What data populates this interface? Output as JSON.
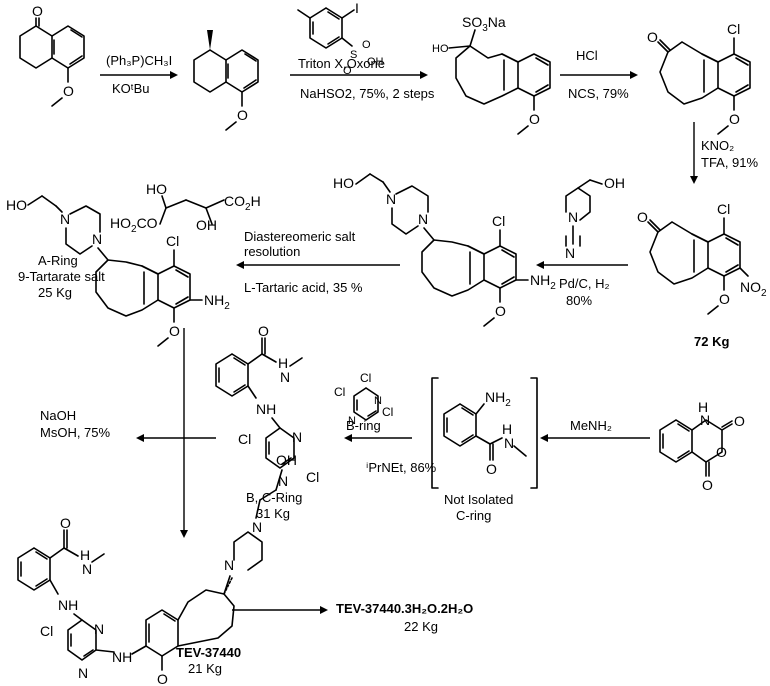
{
  "atoms": {
    "O": "O",
    "H": "H",
    "Cl": "Cl",
    "N": "N",
    "NH": "NH",
    "NH2": "NH",
    "NO2": "NO",
    "HO": "HO",
    "OH": "OH",
    "I": "I",
    "S": "S",
    "SO3Na": "SO",
    "Na": "Na",
    "CO2H": "CO",
    "sub2": "2",
    "sub3": "3",
    "H2": "H",
    "SO3Na_sub": "3",
    "Na_tail": "Na"
  },
  "steps": {
    "s1": {
      "line1": "(Ph₃P)CH₃I",
      "line2": "KOᵗBu"
    },
    "s2": {
      "line1": "Triton X,Oxone",
      "line2": "NaHSO2, 75%, 2 steps"
    },
    "s3": {
      "line1": "HCl",
      "line2": "NCS, 79%"
    },
    "s4": {
      "line1": "KNO₂",
      "line2": "TFA, 91%"
    },
    "s5": {
      "line1": "Pd/C, H₂",
      "line2": "80%"
    },
    "s6": {
      "line1": "Diastereomeric salt",
      "line2": "resolution",
      "line3": "L-Tartaric acid, 35 %"
    },
    "s7": {
      "line1": "MeNH₂"
    },
    "s8": {
      "line1": "ⁱPrNEt, 86%",
      "reagent_label": "B-ring"
    },
    "s9": {
      "line1": "NaOH",
      "line2": "MsOH, 75%"
    }
  },
  "labels": {
    "nitro_amount": "72 Kg",
    "a_ring_1": "A-Ring",
    "a_ring_2": "9-Tartarate salt",
    "a_ring_3": "25 Kg",
    "not_isolated": "Not Isolated",
    "c_ring": "C-ring",
    "bc_ring_1": "B, C-Ring",
    "bc_ring_2": "31 Kg",
    "tev_name": "TEV-37440",
    "tev_amount": "21 Kg",
    "tev_salt": "TEV-37440.3H₂O.2H₂O",
    "tev_salt_amount": "22 Kg"
  }
}
